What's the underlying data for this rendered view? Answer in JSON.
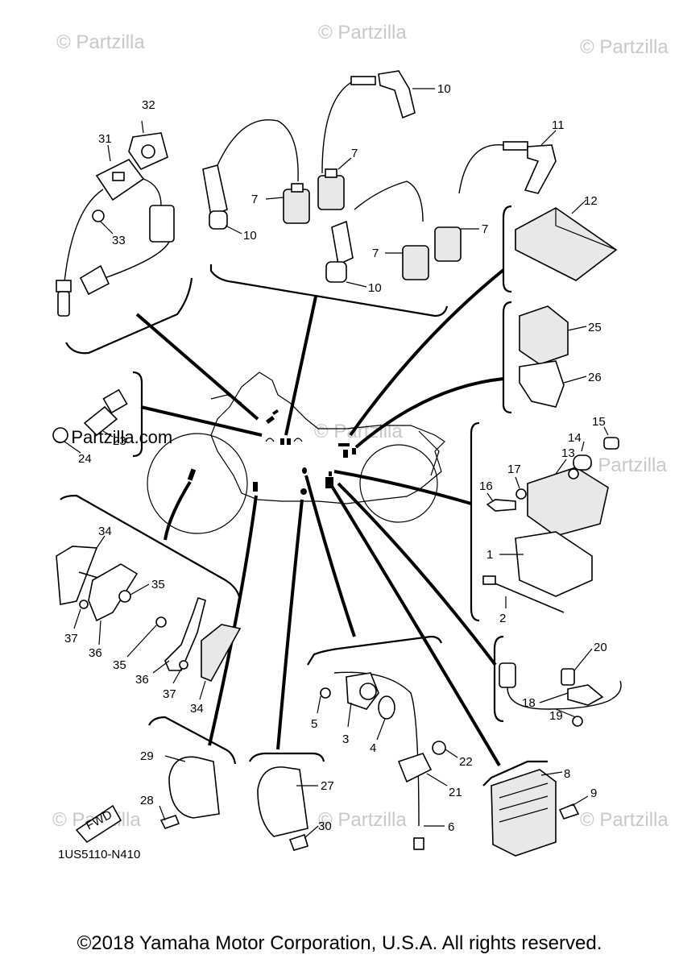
{
  "diagram_code": "1US5110-N410",
  "copyright": "©2018 Yamaha Motor Corporation, U.S.A. All rights reserved.",
  "watermark": "© Partzilla",
  "watermark_center": "© Partzilla.com",
  "fwd_label": "FWD",
  "callouts": {
    "c1": "1",
    "c2": "2",
    "c3": "3",
    "c4": "4",
    "c5": "5",
    "c6": "6",
    "c7a": "7",
    "c7b": "7",
    "c7c": "7",
    "c7d": "7",
    "c8": "8",
    "c9": "9",
    "c10a": "10",
    "c10b": "10",
    "c10c": "10",
    "c11": "11",
    "c12": "12",
    "c13": "13",
    "c14": "14",
    "c15": "15",
    "c16": "16",
    "c17": "17",
    "c18": "18",
    "c19": "19",
    "c20": "20",
    "c21": "21",
    "c22": "22",
    "c23": "23",
    "c24": "24",
    "c25": "25",
    "c26": "26",
    "c27": "27",
    "c28": "28",
    "c29": "29",
    "c30": "30",
    "c31": "31",
    "c32": "32",
    "c33": "33",
    "c34a": "34",
    "c34b": "34",
    "c35a": "35",
    "c35b": "35",
    "c36a": "36",
    "c36b": "36",
    "c37a": "37",
    "c37b": "37"
  }
}
